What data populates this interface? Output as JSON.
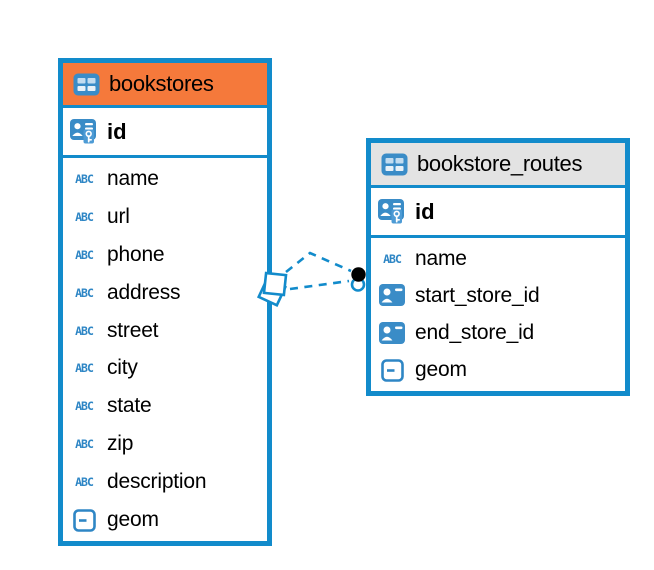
{
  "colors": {
    "canvas_bg": "#FFFFFF",
    "table_border": "#128BCB",
    "relationship_blue": "#128BCB",
    "bookstores_header_bg": "#F5793B",
    "routes_header_bg": "#E3E3E3",
    "icon_fill_blue": "#3A8CC7",
    "icon_badge_blue": "#4D9BD5",
    "icon_cell_light": "#C2DCF0",
    "text_type_blue": "#2E86C5",
    "text_color": "#000000"
  },
  "icons": {
    "text_type_label": "ABC"
  },
  "tables": [
    {
      "name": "bookstores",
      "primary_key": {
        "name": "id"
      },
      "columns": [
        {
          "name": "name",
          "type": "text"
        },
        {
          "name": "url",
          "type": "text"
        },
        {
          "name": "phone",
          "type": "text"
        },
        {
          "name": "address",
          "type": "text"
        },
        {
          "name": "street",
          "type": "text"
        },
        {
          "name": "city",
          "type": "text"
        },
        {
          "name": "state",
          "type": "text"
        },
        {
          "name": "zip",
          "type": "text"
        },
        {
          "name": "description",
          "type": "text"
        },
        {
          "name": "geom",
          "type": "geometry"
        }
      ]
    },
    {
      "name": "bookstore_routes",
      "primary_key": {
        "name": "id"
      },
      "columns": [
        {
          "name": "name",
          "type": "text"
        },
        {
          "name": "start_store_id",
          "type": "reference"
        },
        {
          "name": "end_store_id",
          "type": "reference"
        },
        {
          "name": "geom",
          "type": "geometry"
        }
      ]
    }
  ],
  "relationship": {
    "from_table": "bookstores",
    "to_table": "bookstore_routes",
    "line_style": "dashed",
    "source_marker": "overlapping-squares",
    "target_marker": "filled-dot"
  }
}
